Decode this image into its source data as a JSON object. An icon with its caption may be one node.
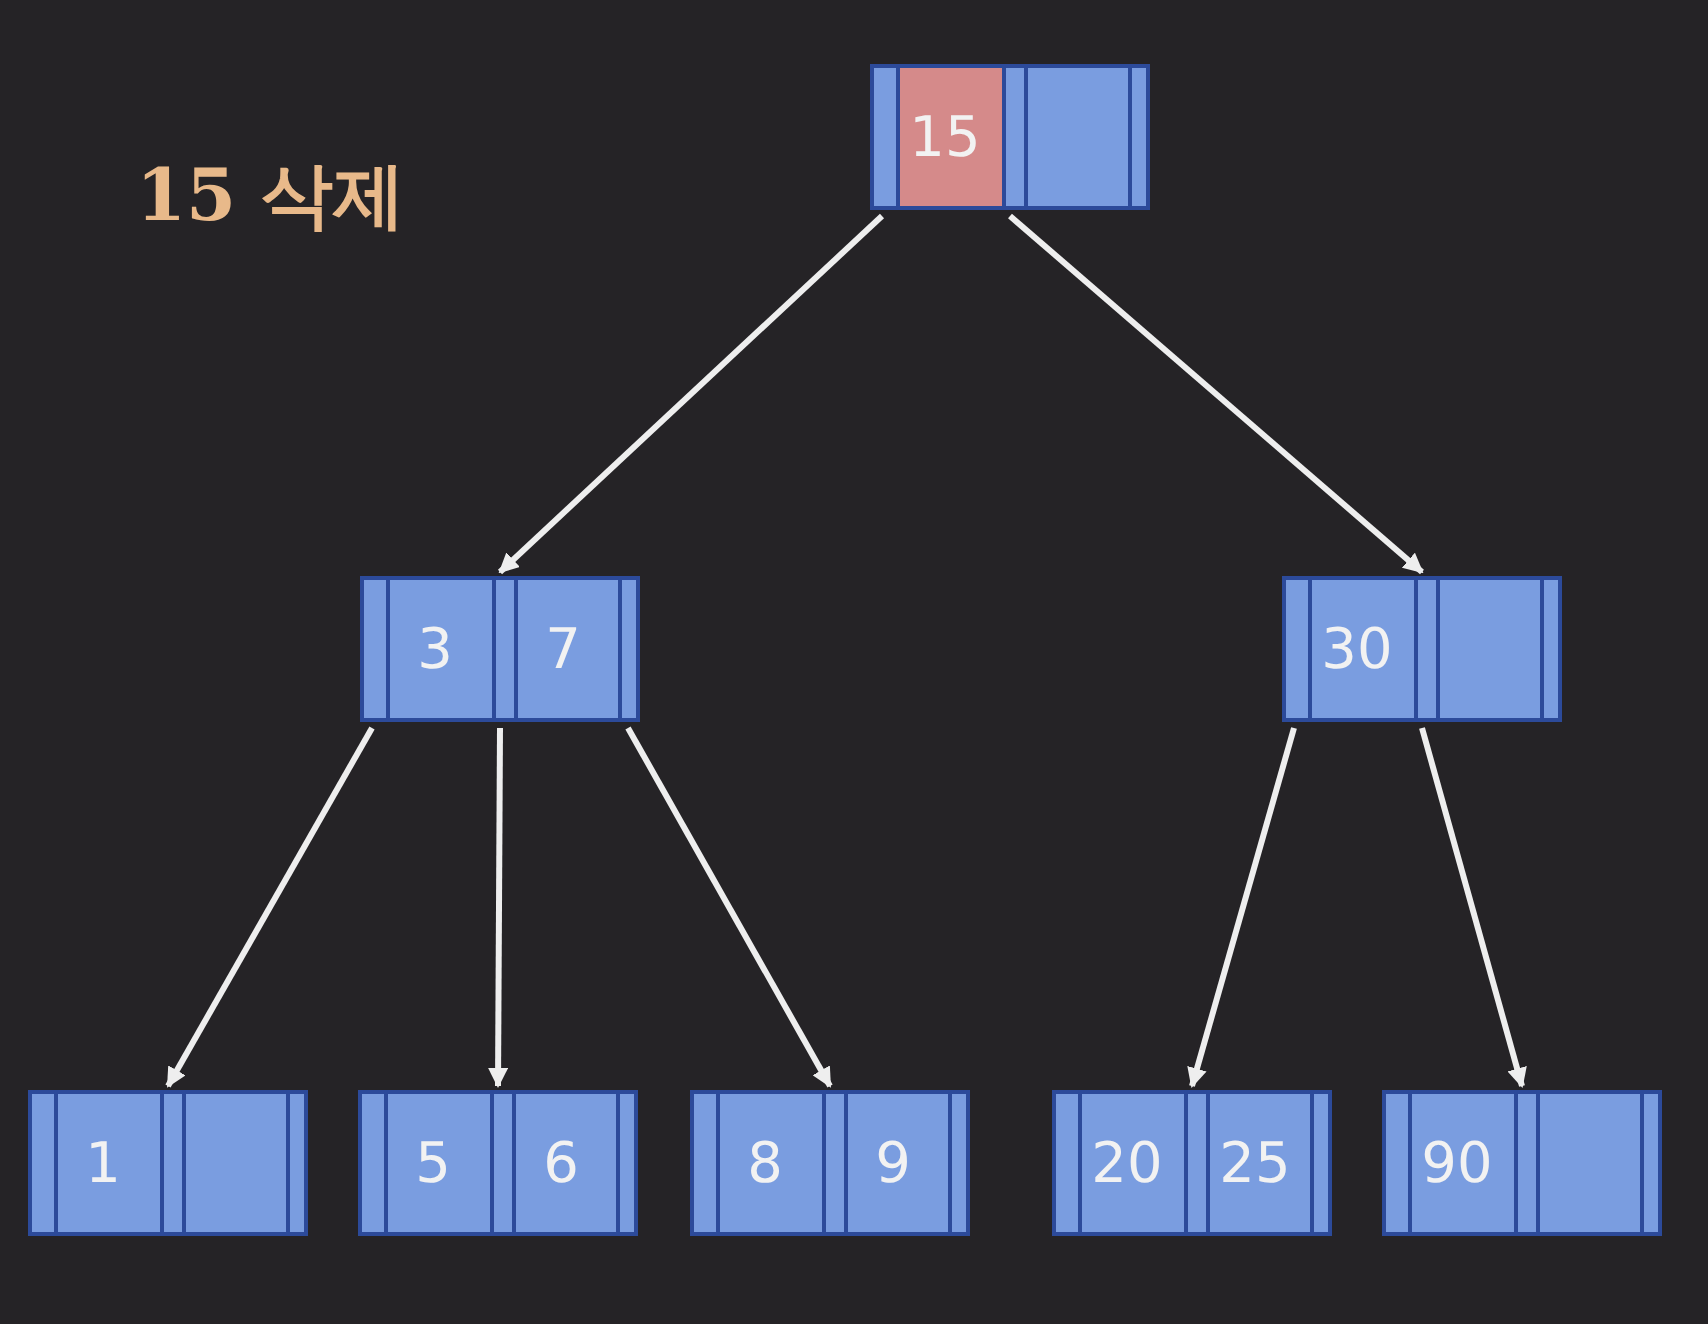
{
  "diagram": {
    "title": "15 삭제",
    "nodes": [
      {
        "text": [
          "15"
        ]
      },
      {
        "text": [
          "3",
          "7"
        ]
      },
      {
        "text": [
          "30"
        ]
      },
      {
        "text": [
          "1"
        ]
      },
      {
        "text": [
          "5",
          "6"
        ]
      },
      {
        "text": [
          "8",
          "9"
        ]
      },
      {
        "text": [
          "20",
          "25"
        ]
      },
      {
        "text": [
          "90"
        ]
      }
    ],
    "edges": [
      {
        "from": 0,
        "to": 1,
        "arrow": "to"
      },
      {
        "from": 0,
        "to": 2,
        "arrow": "to"
      },
      {
        "from": 1,
        "to": 3,
        "arrow": "to"
      },
      {
        "from": 1,
        "to": 4,
        "arrow": "to"
      },
      {
        "from": 1,
        "to": 5,
        "arrow": "to"
      },
      {
        "from": 2,
        "to": 6,
        "arrow": "to"
      },
      {
        "from": 2,
        "to": 7,
        "arrow": "to"
      }
    ]
  }
}
